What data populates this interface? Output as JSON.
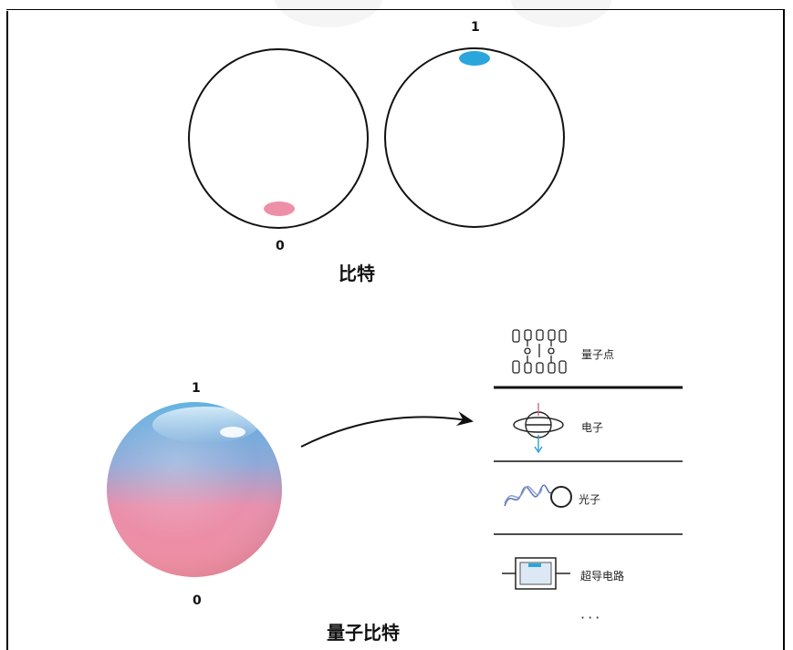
{
  "classical": {
    "label_0": "0",
    "label_1": "1",
    "title": "比特"
  },
  "quantum": {
    "label_1": "1",
    "label_0": "0",
    "title": "量子比特"
  },
  "implementations": [
    {
      "label": "量子点",
      "icon": "quantum-dot-icon"
    },
    {
      "label": "电子",
      "icon": "electron-spin-icon"
    },
    {
      "label": "光子",
      "icon": "photon-wave-icon"
    },
    {
      "label": "超导电路",
      "icon": "superconducting-circuit-icon"
    }
  ],
  "more": "···",
  "colors": {
    "zero_state": "#ee8fa8",
    "one_state": "#2aa6dd",
    "sphere_top": "#4fa6dc",
    "sphere_bottom": "#f08aa0"
  }
}
